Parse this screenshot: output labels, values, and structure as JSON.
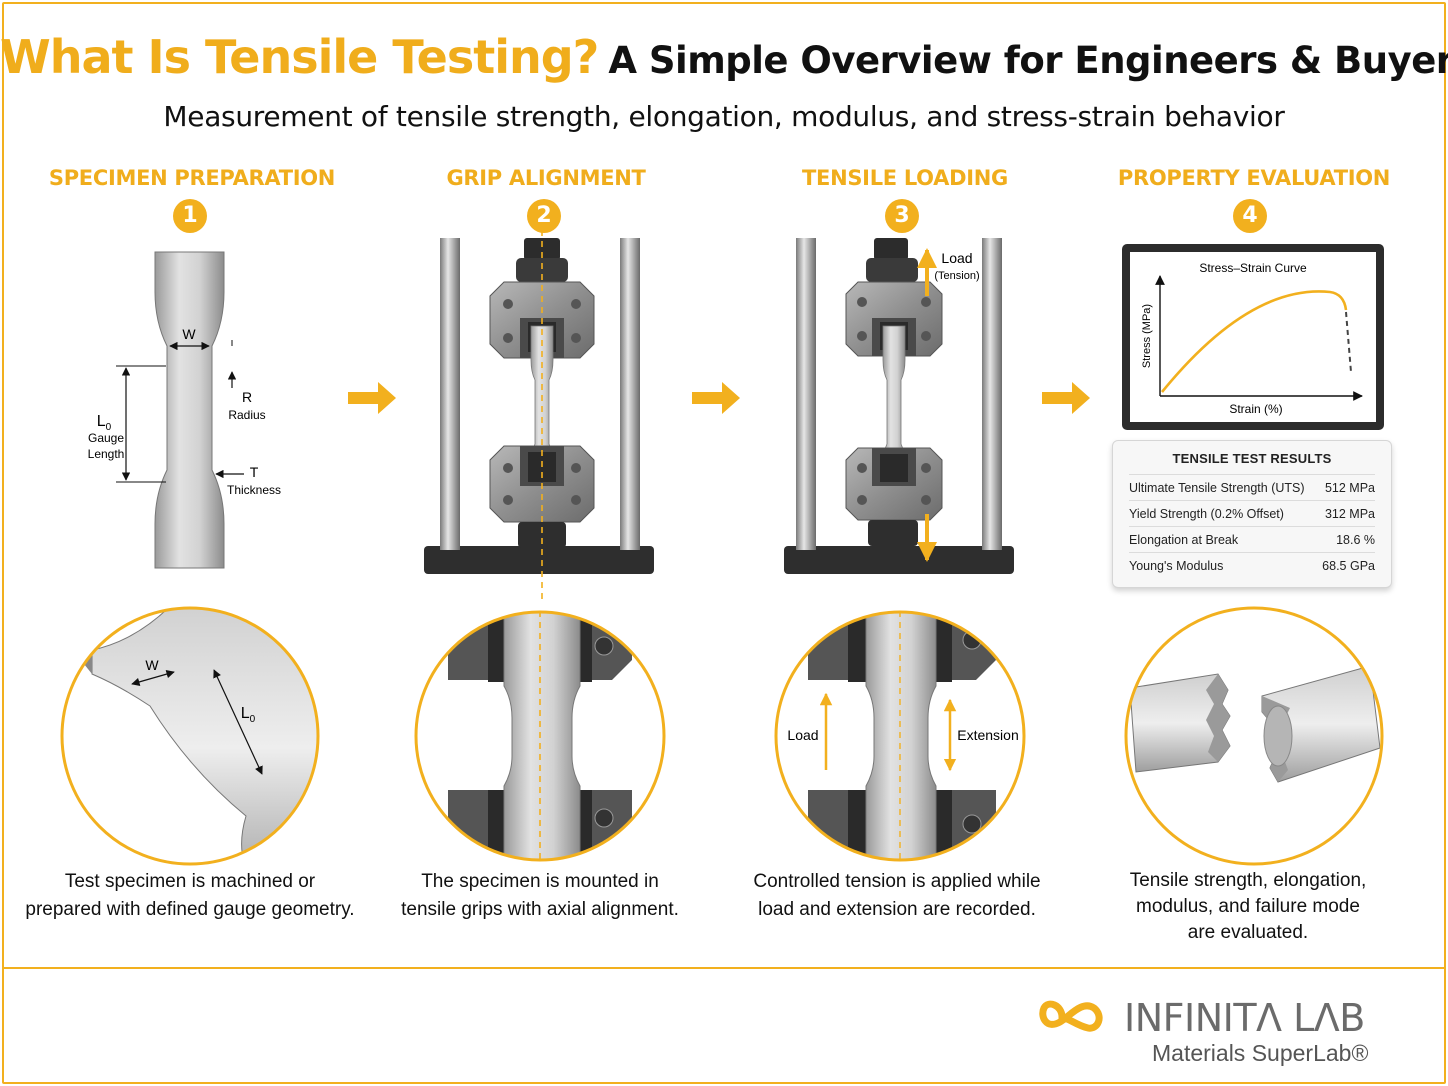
{
  "header": {
    "title_highlight": "What Is Tensile Testing?",
    "title_rest": "A Simple Overview for Engineers & Buyers",
    "subtitle": "Measurement of tensile strength, elongation, modulus, and stress-strain behavior"
  },
  "steps": [
    {
      "number": "1",
      "title": "SPECIMEN PREPARATION",
      "caption_line1": "Test specimen is machined or",
      "caption_line2": "prepared with defined gauge geometry.",
      "caption_line3": ""
    },
    {
      "number": "2",
      "title": "GRIP ALIGNMENT",
      "caption_line1": "The specimen is mounted in",
      "caption_line2": "tensile grips with axial alignment.",
      "caption_line3": ""
    },
    {
      "number": "3",
      "title": "TENSILE LOADING",
      "caption_line1": "Controlled tension is applied while",
      "caption_line2": "load and extension are recorded.",
      "caption_line3": ""
    },
    {
      "number": "4",
      "title": "PROPERTY EVALUATION",
      "caption_line1": "Tensile strength, elongation,",
      "caption_line2": "modulus, and failure mode",
      "caption_line3": "are evaluated."
    }
  ],
  "specimen_labels": {
    "width": "W",
    "gauge_symbol": "L",
    "gauge_subscript": "0",
    "gauge_word1": "Gauge",
    "gauge_word2": "Length",
    "radius_symbol": "R",
    "radius_word": "Radius",
    "thickness_symbol": "T",
    "thickness_word": "Thickness"
  },
  "loading_labels": {
    "load": "Load",
    "tension": "(Tension)",
    "load_detail": "Load",
    "extension": "Extension"
  },
  "stress_strain_chart": {
    "title": "Stress–Strain Curve",
    "xlabel": "Strain (%)",
    "ylabel": "Stress (MPa)"
  },
  "results": {
    "title": "TENSILE TEST RESULTS",
    "rows": [
      {
        "label": "Ultimate Tensile Strength (UTS)",
        "value": "512 MPa"
      },
      {
        "label": "Yield Strength (0.2% Offset)",
        "value": "312 MPa"
      },
      {
        "label": "Elongation at Break",
        "value": "18.6 %"
      },
      {
        "label": "Young's Modulus",
        "value": "68.5 GPa"
      }
    ]
  },
  "brand": {
    "name": "INFINITΛ LΛB",
    "tagline": "Materials SuperLab®"
  },
  "colors": {
    "accent": "#f2b01e",
    "metal_light": "#d9d9d9",
    "metal_dark": "#3a3a3a"
  }
}
